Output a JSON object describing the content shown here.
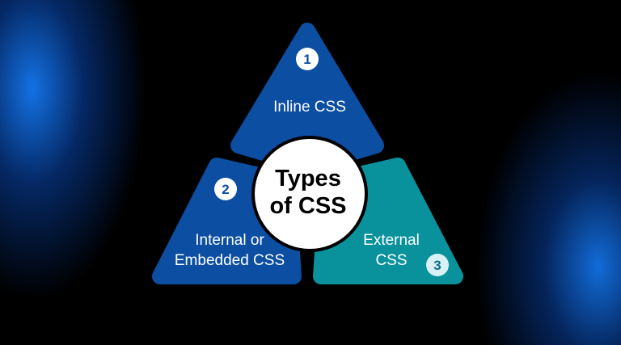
{
  "title_line1": "Types",
  "title_line2": "of CSS",
  "items": [
    {
      "number": "1",
      "label_lines": [
        "Inline CSS"
      ],
      "color": "#0b4ea2"
    },
    {
      "number": "2",
      "label_lines": [
        "Internal or",
        "Embedded CSS"
      ],
      "color": "#0b4ea2"
    },
    {
      "number": "3",
      "label_lines": [
        "External",
        "CSS"
      ],
      "color": "#0a929c"
    }
  ]
}
